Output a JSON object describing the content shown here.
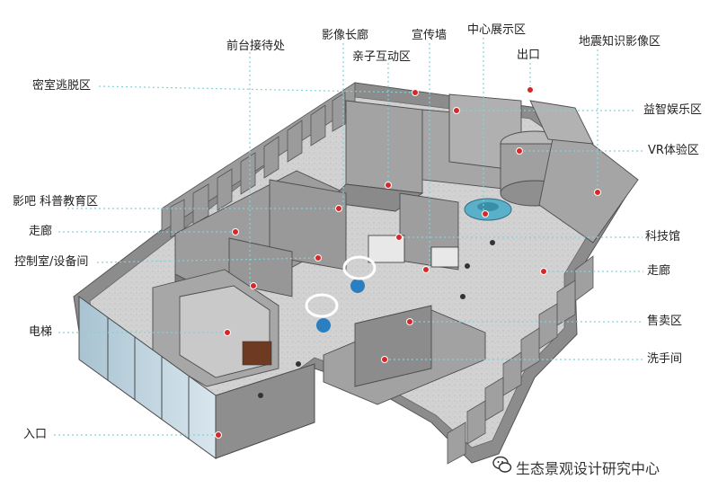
{
  "labels": {
    "reception": "前台接待处",
    "image_corridor": "影像长廊",
    "promo_wall": "宣传墙",
    "center_display": "中心展示区",
    "exit": "出口",
    "quake_knowledge": "地震知识影像区",
    "escape_room": "密室逃脱区",
    "parent_child": "亲子互动区",
    "puzzle_fun": "益智娱乐区",
    "vr_zone": "VR体验区",
    "cinema_edu": "影吧 科普教育区",
    "corridor_left": "走廊",
    "science_hall": "科技馆",
    "control_room": "控制室/设备间",
    "corridor_right": "走廊",
    "shop": "售卖区",
    "elevator": "电梯",
    "restroom": "洗手间",
    "entrance": "入口"
  },
  "watermark": {
    "text": "生态景观设计研究中心",
    "icon": "wechat-icon"
  },
  "colors": {
    "wall": "#8a8a8a",
    "floor": "#d6d6d6",
    "callout": "#7fd4d8",
    "marker": "#d62828"
  }
}
